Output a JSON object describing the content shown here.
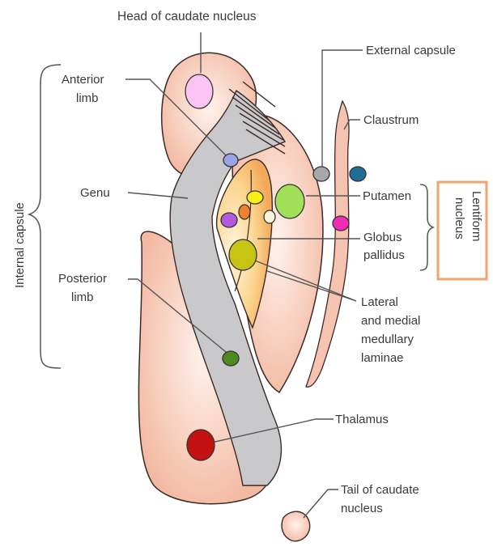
{
  "labels": {
    "head_of_caudate": "Head of caudate nucleus",
    "external_capsule": "External capsule",
    "anterior_limb_1": "Anterior",
    "anterior_limb_2": "limb",
    "claustrum": "Claustrum",
    "internal_capsule": "Internal capsule",
    "genu": "Genu",
    "putamen": "Putamen",
    "globus_1": "Globus",
    "globus_2": "pallidus",
    "lentiform_1": "Lentiform",
    "lentiform_2": "nucleus",
    "posterior_limb_1": "Posterior",
    "posterior_limb_2": "limb",
    "laminae_1": "Lateral",
    "laminae_2": "and medial",
    "laminae_3": "medullary",
    "laminae_4": "laminae",
    "thalamus": "Thalamus",
    "tail_1": "Tail of caudate",
    "tail_2": "nucleus"
  },
  "colors": {
    "tissue": "#f5c3b0",
    "tissue_stroke": "#3a2a26",
    "capsule_gray": "#c9c9cb",
    "globus_fill": "#f8d28a",
    "lentiform_box": "#f0a56e",
    "leader": "#555555"
  },
  "markers": [
    {
      "name": "head-of-caudate-marker",
      "color": "#fbc4f2"
    },
    {
      "name": "anterior-limb-marker",
      "color": "#99a4e6"
    },
    {
      "name": "external-capsule-marker",
      "color": "#a8a8a8"
    },
    {
      "name": "claustrum-marker",
      "color": "#1f6c96"
    },
    {
      "name": "putamen-marker",
      "color": "#a3e05a"
    },
    {
      "name": "claustrum-lower-marker",
      "color": "#f02bb4"
    },
    {
      "name": "globus-yellow-marker",
      "color": "#f7ee1a"
    },
    {
      "name": "globus-orange-marker",
      "color": "#f08030"
    },
    {
      "name": "globus-purple-marker",
      "color": "#b05ae0"
    },
    {
      "name": "globus-cream-marker",
      "color": "#fbf3d8"
    },
    {
      "name": "globus-pallidus-marker",
      "color": "#c8c414"
    },
    {
      "name": "posterior-limb-marker",
      "color": "#4e8a1e"
    },
    {
      "name": "thalamus-marker",
      "color": "#c41212"
    }
  ]
}
